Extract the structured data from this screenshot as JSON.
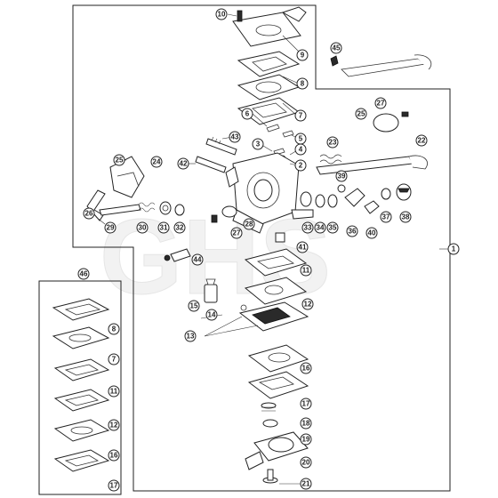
{
  "diagram": {
    "callouts": [
      {
        "id": "c10",
        "label": "10"
      },
      {
        "id": "c9",
        "label": "9"
      },
      {
        "id": "c8",
        "label": "8"
      },
      {
        "id": "c7",
        "label": "7"
      },
      {
        "id": "c45",
        "label": "45"
      },
      {
        "id": "c27a",
        "label": "27"
      },
      {
        "id": "c25a",
        "label": "25"
      },
      {
        "id": "c22",
        "label": "22"
      },
      {
        "id": "c23",
        "label": "23"
      },
      {
        "id": "c6a",
        "label": "6"
      },
      {
        "id": "c5",
        "label": "5"
      },
      {
        "id": "c3",
        "label": "3"
      },
      {
        "id": "c4",
        "label": "4"
      },
      {
        "id": "c2",
        "label": "2"
      },
      {
        "id": "c43",
        "label": "43"
      },
      {
        "id": "c42",
        "label": "42"
      },
      {
        "id": "c25b",
        "label": "25"
      },
      {
        "id": "c24",
        "label": "24"
      },
      {
        "id": "c39",
        "label": "39"
      },
      {
        "id": "c26",
        "label": "26"
      },
      {
        "id": "c29",
        "label": "29"
      },
      {
        "id": "c30",
        "label": "30"
      },
      {
        "id": "c31",
        "label": "31"
      },
      {
        "id": "c32",
        "label": "32"
      },
      {
        "id": "c27b",
        "label": "27"
      },
      {
        "id": "c28",
        "label": "28"
      },
      {
        "id": "c33",
        "label": "33"
      },
      {
        "id": "c34",
        "label": "34"
      },
      {
        "id": "c35",
        "label": "35"
      },
      {
        "id": "c36",
        "label": "36"
      },
      {
        "id": "c40",
        "label": "40"
      },
      {
        "id": "c37",
        "label": "37"
      },
      {
        "id": "c38",
        "label": "38"
      },
      {
        "id": "c41",
        "label": "41"
      },
      {
        "id": "c44",
        "label": "44"
      },
      {
        "id": "c1",
        "label": "1"
      },
      {
        "id": "c11a",
        "label": "11"
      },
      {
        "id": "c12a",
        "label": "12"
      },
      {
        "id": "c15",
        "label": "15"
      },
      {
        "id": "c14",
        "label": "14"
      },
      {
        "id": "c13",
        "label": "13"
      },
      {
        "id": "c16a",
        "label": "16"
      },
      {
        "id": "c17a",
        "label": "17"
      },
      {
        "id": "c18",
        "label": "18"
      },
      {
        "id": "c19",
        "label": "19"
      },
      {
        "id": "c20",
        "label": "20"
      },
      {
        "id": "c21",
        "label": "21"
      },
      {
        "id": "c46",
        "label": "46"
      },
      {
        "id": "c8b",
        "label": "8"
      },
      {
        "id": "c7b",
        "label": "7"
      },
      {
        "id": "c11b",
        "label": "11"
      },
      {
        "id": "c12b",
        "label": "12"
      },
      {
        "id": "c16b",
        "label": "16"
      },
      {
        "id": "c17b",
        "label": "17"
      }
    ],
    "watermark": "GHS"
  }
}
